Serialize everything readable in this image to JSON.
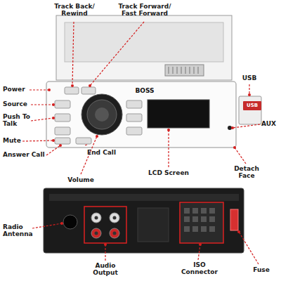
{
  "diagram": {
    "labels": [
      "Track Back/ Rewind",
      "Track Forward/ Fast Forward",
      "USB",
      "Power",
      "Source",
      "Push To Talk",
      "Mute",
      "Answer Call",
      "End Call",
      "Volume",
      "LCD Screen",
      "AUX",
      "Detach Face",
      "Radio Antenna",
      "Audio Output",
      "ISO Connector",
      "Fuse",
      "BOSS",
      "USB"
    ]
  }
}
